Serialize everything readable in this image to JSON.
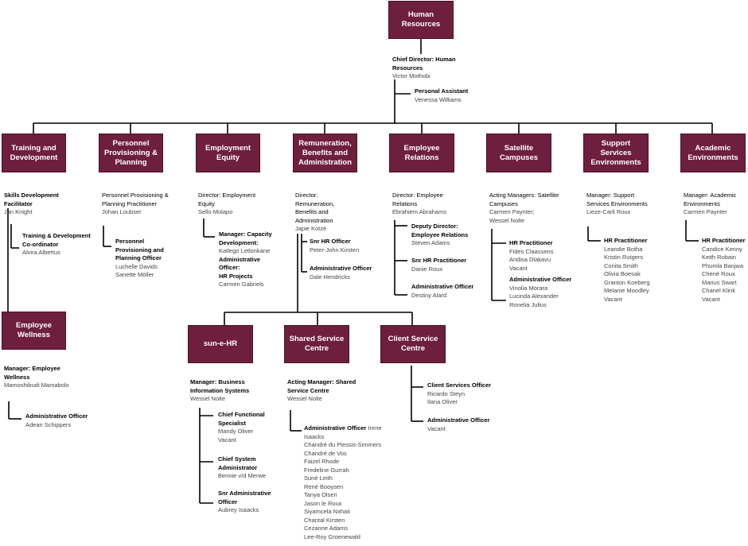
{
  "colors": {
    "box_fill": "#6e1f3d",
    "box_text": "#ffffff",
    "line": "#000000",
    "name_text": "#444444"
  },
  "top": {
    "title": "Human Resources",
    "role1": "Chief Director: Human Resources",
    "name1": "Victor Mothobi",
    "role2": "Personal Assistant",
    "name2": "Venessa Williams"
  },
  "units": [
    {
      "title": "Training and Development"
    },
    {
      "title": "Personnel Provisioning & Planning"
    },
    {
      "title": "Employment Equity"
    },
    {
      "title": "Remuneration, Benefits and Administration"
    },
    {
      "title": "Employee Relations"
    },
    {
      "title": "Satellite Campuses"
    },
    {
      "title": "Support Services Environments"
    },
    {
      "title": "Academic Environments"
    }
  ],
  "training": {
    "role1": "Skills Development Facilitator",
    "name1": "Jan Knight",
    "role2": "Training & Development Co-ordinator",
    "name2": "Alvira Albertus"
  },
  "wellness": {
    "title": "Employee Wellness",
    "role1": "Manager: Employee Wellness",
    "name1": "Mamoshibudi Mamabolo",
    "role2": "Administrative Officer",
    "name2": "Adean Schippers"
  },
  "personnel": {
    "role1": "Personnel Provisioning & Planning Practitioner",
    "name1": "Johan Loubser",
    "role2": "Personnel Provisioning and Planning Officer",
    "name2a": "Luchelle Davids",
    "name2b": "Sanette Möller"
  },
  "equity": {
    "role1": "Director: Employment Equity",
    "name1": "Sello Molapo",
    "role2": "Manager: Capacity Development:",
    "name2": "Katlego Letlonkane",
    "role3": "Administrative Officer:",
    "role3b": "HR Projects",
    "name3": "Carmen Gabriels"
  },
  "remuneration": {
    "role1": "Director: Remuneration, Benefits and Administration",
    "name1": "Japie Kotzé",
    "role2": "Snr HR Officer",
    "name2": "Peter-John Kirsten",
    "role3": "Administrative Officer",
    "name3": "Dale Hendricks"
  },
  "relations": {
    "role1": "Director: Employee Relations",
    "name1": "Ebrahiem Abrahams",
    "role2": "Deputy Director: Employee Relations",
    "name2": "Steven Adams",
    "role3": "Snr HR Practitioner",
    "name3": "Danie Roux",
    "role4": "Administrative Officer",
    "name4": "Destiny Alard"
  },
  "satellite": {
    "role1": "Acting Managers: Satellite Campuses",
    "name1": "Carmen Paynter;",
    "name1b": "Wessel Nolte",
    "role2": "HR Practitioner",
    "names2": [
      "Fides Claassens",
      "Andisa Dlakavu",
      "Vacant"
    ],
    "role3": "Administrative Officer",
    "names3": [
      "Vinolia Morara",
      "Lucinda Alexander",
      "Ronelia Julius"
    ]
  },
  "support": {
    "role1": "Manager: Support Services Environments",
    "name1": "Lieze-Carli Roux",
    "role2": "HR Practitioner",
    "names2": [
      "Leandie Botha",
      "Kristin Rutgers",
      "Conita Smith",
      "Olivia Boesak",
      "Granton Koeberg",
      "Melanie Moodley",
      "Vacant"
    ]
  },
  "academic": {
    "role1": "Manager: Academic Environments",
    "name1": "Carmen Paynter",
    "role2": "HR Practitioner",
    "names2": [
      "Candice Kenny",
      "Keith Robain",
      "Phumla Banjwa",
      "Chené Roux",
      "Marius Swart",
      "Chanel Klink",
      "Vacant"
    ]
  },
  "suneHR": {
    "title": "sun-e-HR",
    "role1": "Manager: Business Information Systems",
    "name1": "Wessel Nolte",
    "role2": "Chief Functional Specialist",
    "names2": [
      "Mandy Oliver",
      "Vacant"
    ],
    "role3": "Chief System Administrator",
    "name3": "Bennie v/d Merwe",
    "role4": "Snr Administrative Officer",
    "name4": "Aubrey Isaacks"
  },
  "shared": {
    "title": "Shared Service Centre",
    "role1": "Acting Manager: Shared Service Centre",
    "name1": "Wessel Nolte",
    "role2": "Administrative Officer",
    "name2first": "Irene",
    "names2": [
      "Isaacks",
      "Chandré du Plessis-Simmers",
      "Chandré de Vos",
      "Faizel Rhode",
      "Fredeline Gurrah",
      "Suné Leith",
      "René Booysen",
      "Tanya Olsen",
      "Jason le Roux",
      "Siyamcela Nxhati",
      "Chantal Kirsten",
      "Cezanne Adams",
      "Lee-Roy Groenewald"
    ]
  },
  "client": {
    "title": "Client Service Centre",
    "role1": "Client Services Officer",
    "names1": [
      "Ricardo Steyn",
      "Ilana Oliver"
    ],
    "role2": "Administrative Officer",
    "name2": "Vacant"
  }
}
